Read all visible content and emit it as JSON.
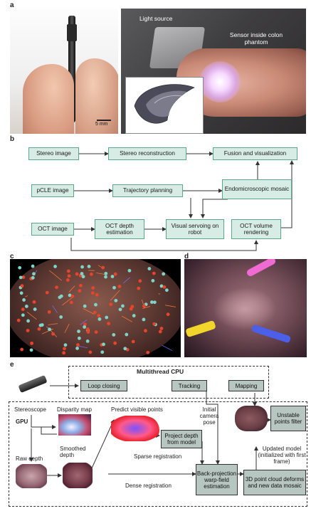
{
  "panels": {
    "a": "a",
    "b": "b",
    "c": "c",
    "d": "d",
    "e": "e"
  },
  "panel_a": {
    "scale_bar": "5 mm",
    "light_source": "Light source",
    "sensor_label": "Sensor inside colon phantom"
  },
  "panel_b": {
    "stereo_image": "Stereo image",
    "stereo_reconstruction": "Stereo reconstruction",
    "fusion": "Fusion and visualization",
    "pcle_image": "pCLE image",
    "trajectory_planning": "Trajectory planning",
    "endomicroscopic_mosaic": "Endomicroscopic mosaic",
    "oct_image": "OCT image",
    "oct_depth": "OCT depth estimation",
    "visual_servoing": "Visual servoing on robot",
    "oct_volume": "OCT volume rendering"
  },
  "panel_e": {
    "multithread_cpu": "Multithread CPU",
    "loop_closing": "Loop closing",
    "tracking": "Tracking",
    "mapping": "Mapping",
    "stereoscope": "Stereoscope",
    "disparity_map": "Disparity map",
    "gpu": "GPU",
    "predict_visible_points": "Predict visible points",
    "initial_camera_pose": "Initial camera pose",
    "unstable_points_filter": "Unstable points filter",
    "project_depth": "Project depth from model",
    "sparse_registration": "Sparse registration",
    "raw_depth": "Raw depth",
    "smoothed_depth": "Smoothed depth",
    "updated_model": "Updated model (initialized with first frame)",
    "dense_registration": "Dense registration",
    "back_projection": "Back-projection warp-field estimation",
    "point_cloud": "3D point cloud deforms and new data mosaic"
  },
  "colors": {
    "flow_box_fill": "#d6ece4",
    "flow_box_border": "#5aa88a",
    "gpu_box_fill": "#b8c6c1",
    "arrow": "#333333",
    "teal_point": "#7fd4c8",
    "red_point": "#e8432c"
  }
}
